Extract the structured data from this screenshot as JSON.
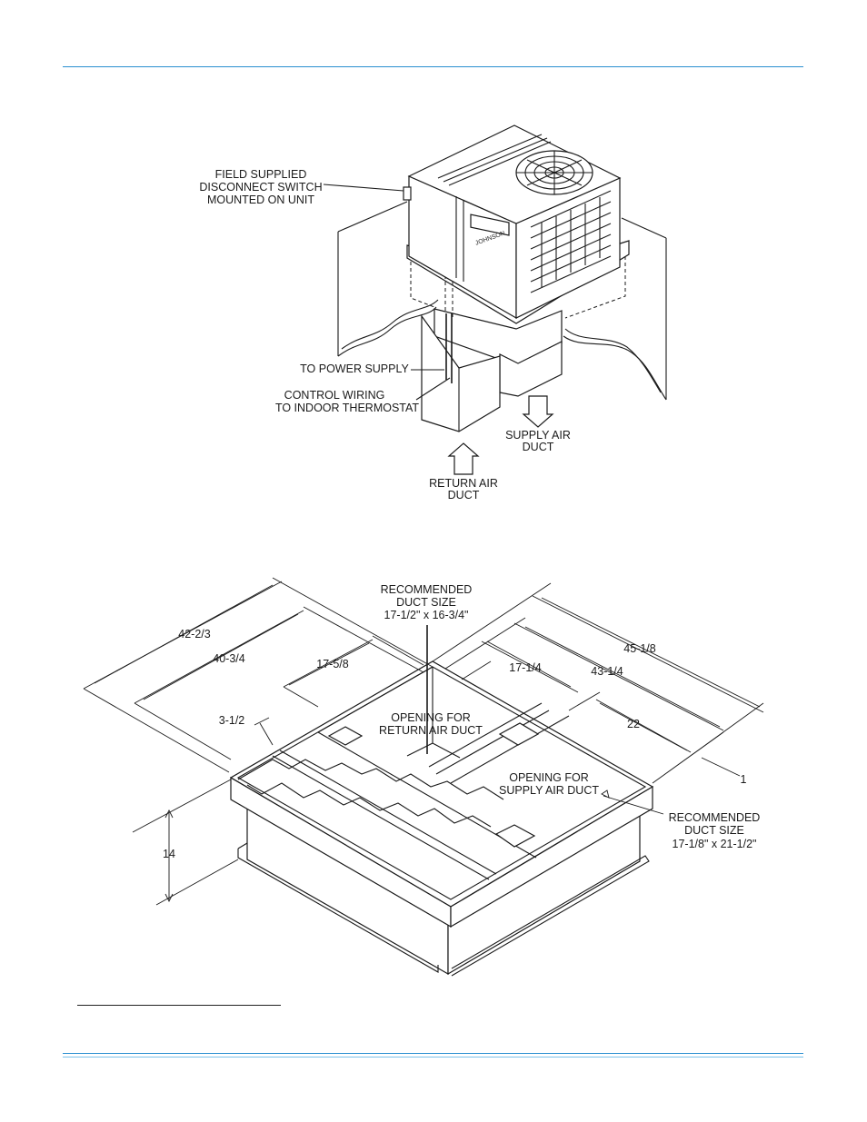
{
  "top_diagram": {
    "callouts": {
      "disconnect": [
        "FIELD SUPPLIED",
        "DISCONNECT SWITCH",
        "MOUNTED ON UNIT"
      ],
      "power": "TO POWER SUPPLY",
      "control": [
        "CONTROL WIRING",
        "TO INDOOR THERMOSTAT"
      ],
      "supply": [
        "SUPPLY AIR",
        "DUCT"
      ],
      "return": [
        "RETURN AIR",
        "DUCT"
      ]
    },
    "brand_badge": "JOHNSON"
  },
  "bottom_diagram": {
    "rec_return": [
      "RECOMMENDED",
      "DUCT SIZE",
      "17-1/2\" x 16-3/4\""
    ],
    "opening_return": [
      "OPENING FOR",
      "RETURN AIR DUCT"
    ],
    "opening_supply": [
      "OPENING FOR",
      "SUPPLY AIR DUCT"
    ],
    "rec_supply": [
      "RECOMMENDED",
      "DUCT SIZE",
      "17-1/8\" x 21-1/2\""
    ],
    "dimensions": {
      "d42": "42-2/3",
      "d40": "40-3/4",
      "d17_5": "17-5/8",
      "d3": "3-1/2",
      "d45": "45-1/8",
      "d43": "43-1/4",
      "d17_1": "17-1/4",
      "d22": "22",
      "d1": "1",
      "d14": "14"
    }
  }
}
